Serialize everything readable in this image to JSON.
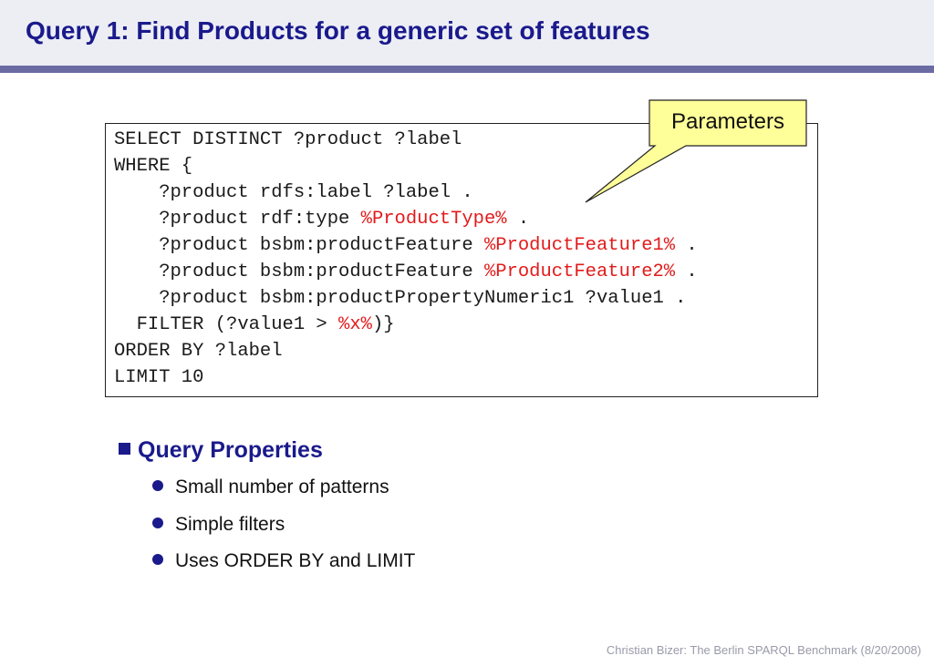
{
  "slide": {
    "title": "Query 1: Find Products for a generic set of features",
    "footer": "Christian Bizer: The Berlin SPARQL Benchmark (8/20/2008)"
  },
  "code": {
    "line1": "SELECT DISTINCT ?product ?label",
    "line2": "WHERE {",
    "line3": "    ?product rdfs:label ?label .",
    "line4_pre": "    ?product rdf:type ",
    "line4_param": "%ProductType%",
    "line4_post": " .",
    "line5_pre": "    ?product bsbm:productFeature ",
    "line5_param": "%ProductFeature1%",
    "line5_post": " .",
    "line6_pre": "    ?product bsbm:productFeature ",
    "line6_param": "%ProductFeature2%",
    "line6_post": " .",
    "line7": "    ?product bsbm:productPropertyNumeric1 ?value1 .",
    "line8_pre": "  FILTER (?value1 > ",
    "line8_param": "%x%",
    "line8_post": ")}",
    "line9": "ORDER BY ?label",
    "line10": "LIMIT 10"
  },
  "callout": {
    "label": "Parameters",
    "fill": "#ffff99",
    "param_color": "#e21b1b"
  },
  "properties": {
    "heading": "Query Properties",
    "items": [
      "Small number of patterns",
      "Simple filters",
      "Uses ORDER BY and LIMIT"
    ]
  },
  "colors": {
    "title": "#1a1a8c",
    "title_rule": "#6b6ba3"
  }
}
